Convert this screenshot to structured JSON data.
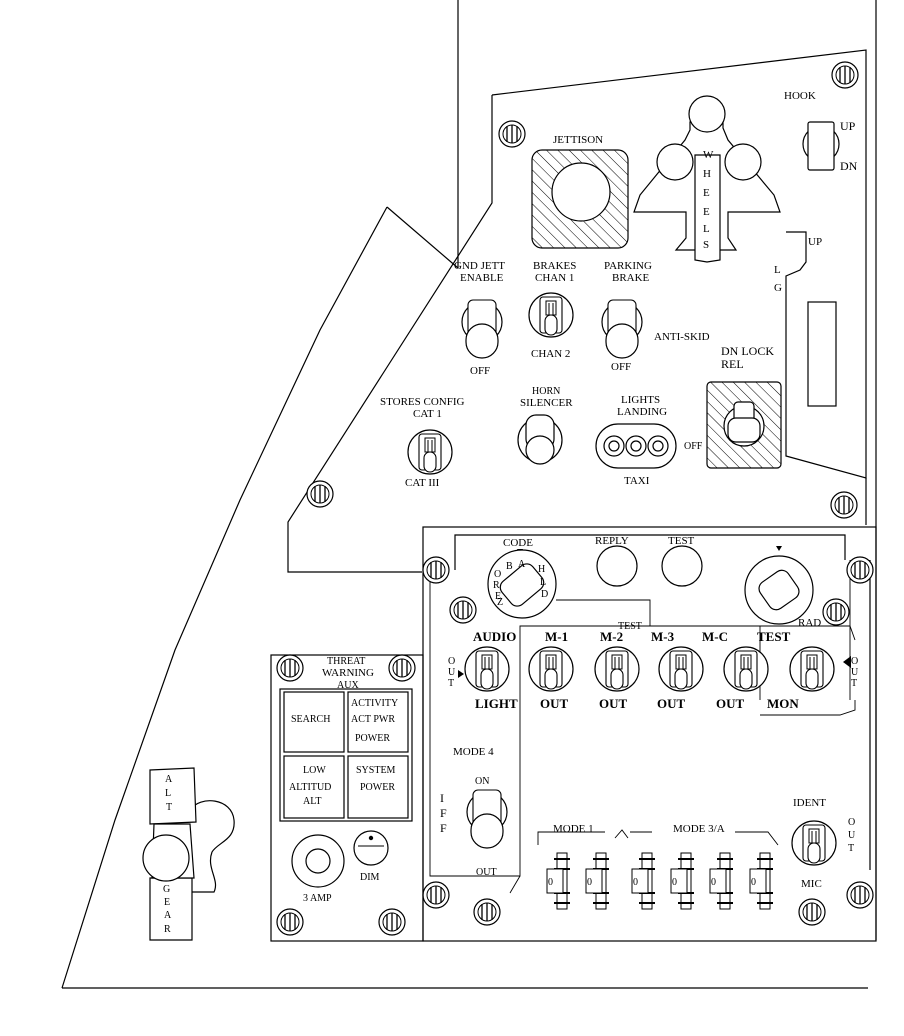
{
  "labels": {
    "jettison": "JETTISON",
    "hook": "HOOK",
    "hook_up": "UP",
    "hook_dn": "DN",
    "lg_up": "UP",
    "lg_l": "L",
    "lg_g": "G",
    "wheels": [
      "W",
      "H",
      "E",
      "E",
      "L",
      "S"
    ],
    "gnd_jett_1": "GND JETT",
    "gnd_jett_2": "ENABLE",
    "gnd_jett_off": "OFF",
    "brakes_1": "BRAKES",
    "brakes_2": "CHAN 1",
    "brakes_chan2": "CHAN 2",
    "parking_1": "PARKING",
    "parking_2": "BRAKE",
    "parking_off": "OFF",
    "anti_skid": "ANTI-SKID",
    "dn_lock": "DN LOCK",
    "rel": "REL",
    "stores_1": "STORES CONFIG",
    "stores_2": "CAT 1",
    "stores_cat3": "CAT III",
    "horn_1": "HORN",
    "horn_2": "SILENCER",
    "lights_1": "LIGHTS",
    "lights_2": "LANDING",
    "lights_off": "OFF",
    "lights_taxi": "TAXI",
    "code": "CODE",
    "code_a": "A",
    "code_b": "B",
    "code_o": "O",
    "code_r": "R",
    "code_e": "E",
    "code_z": "Z",
    "code_h": "H",
    "code_l": "L",
    "code_d": "D",
    "reply": "REPLY",
    "test_top": "TEST",
    "test_mid": "TEST",
    "rad": "RAD",
    "audio": "AUDIO",
    "m1": "M-1",
    "m2": "M-2",
    "m3": "M-3",
    "mc": "M-C",
    "test_sw": "TEST",
    "light": "LIGHT",
    "out1": "OUT",
    "out2": "OUT",
    "out3": "OUT",
    "out4": "OUT",
    "mon": "MON",
    "out_l_o": "O",
    "out_l_u": "U",
    "out_l_t": "T",
    "out_r_o": "O",
    "out_r_u": "U",
    "out_r_t": "T",
    "mode4": "MODE 4",
    "mode4_on": "ON",
    "mode4_out": "OUT",
    "iff_i": "I",
    "iff_f1": "F",
    "iff_f2": "F",
    "mode1": "MODE 1",
    "mode3a": "MODE 3/A",
    "thumb_digit": "0",
    "ident": "IDENT",
    "ident_out_o": "O",
    "ident_out_u": "U",
    "ident_out_t": "T",
    "mic": "MIC",
    "threat_1": "THREAT",
    "threat_2": "WARNING",
    "threat_3": "AUX",
    "btn_search": "SEARCH",
    "btn_activity": "ACTIVITY",
    "btn_actpwr": "ACT PWR",
    "btn_power": "POWER",
    "btn_low": "LOW",
    "btn_altitud": "ALTITUD",
    "btn_alt": "ALT",
    "btn_system": "SYSTEM",
    "btn_power2": "POWER",
    "amp": "3 AMP",
    "dim": "DIM",
    "alt_a": "A",
    "alt_l": "L",
    "alt_t": "T",
    "gear_g": "G",
    "gear_e": "E",
    "gear_a": "A",
    "gear_r": "R"
  }
}
